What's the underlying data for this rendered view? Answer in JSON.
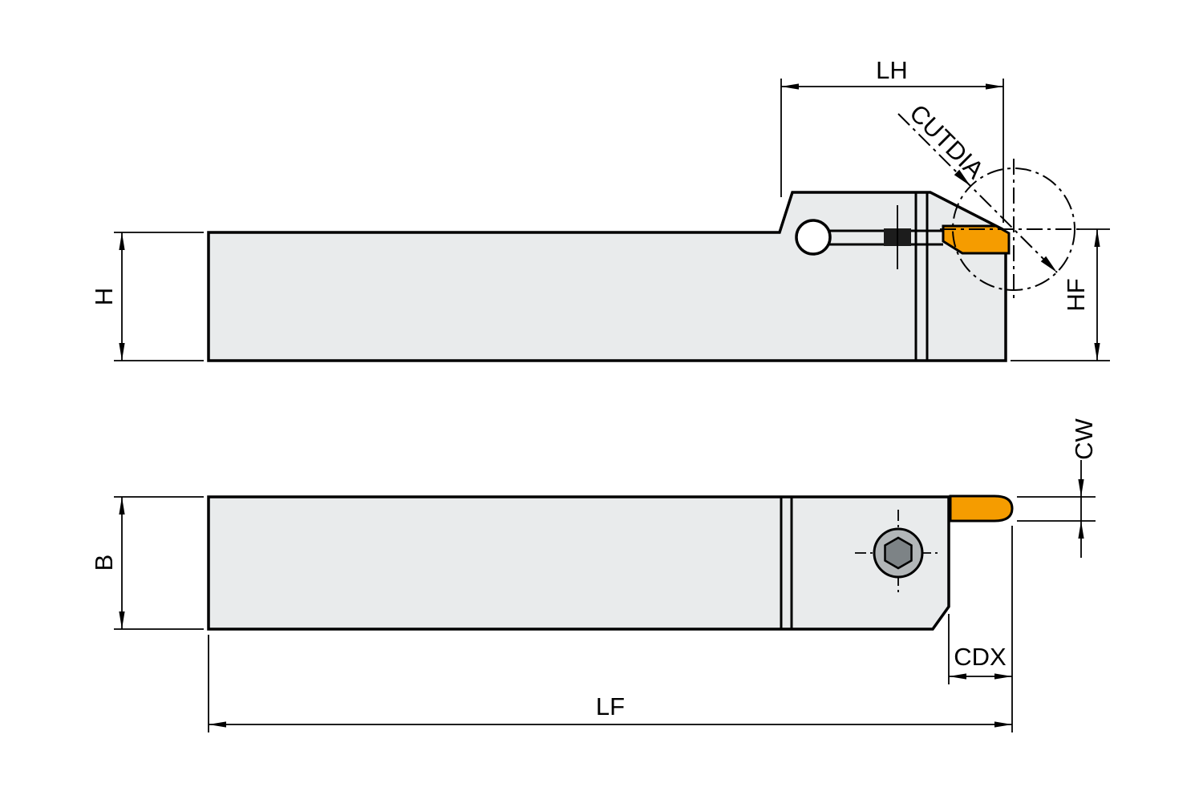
{
  "drawing": {
    "subject": "two-view technical drawing of a parting / grooving tool holder with indexable insert",
    "dimension_labels": {
      "lh": "LH",
      "cutdia": "CUTDIA",
      "h": "H",
      "hf": "HF",
      "cw": "CW",
      "b": "B",
      "cdx": "CDX",
      "lf": "LF"
    },
    "colors": {
      "background": "#ffffff",
      "body_fill": "#e9ebec",
      "insert_fill": "#f59c00",
      "screw_outer_fill": "#b2b6b8",
      "screw_hex_fill": "#7d8386",
      "screw_end_fill": "#1c1c1c",
      "line": "#000000"
    }
  }
}
